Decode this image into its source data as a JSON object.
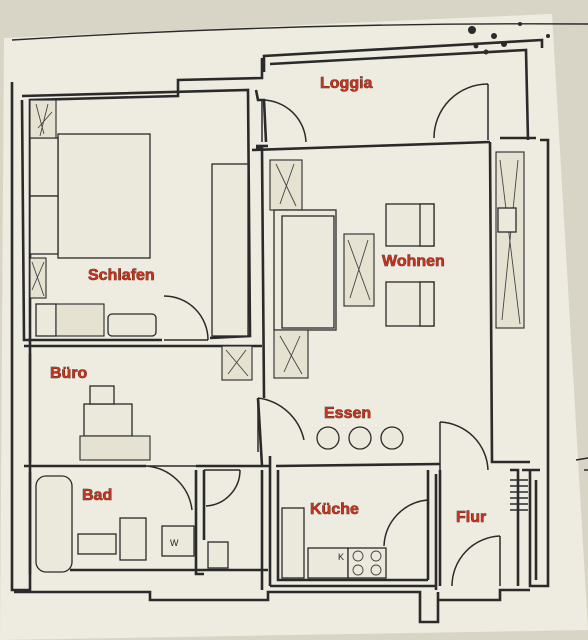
{
  "colors": {
    "label": "#c8331f",
    "paper": "#eeebe0",
    "ink": "#2a2a2a"
  },
  "rooms": {
    "loggia": "Loggia",
    "schlafen": "Schlafen",
    "wohnen": "Wohnen",
    "buero": "Büro",
    "essen": "Essen",
    "bad": "Bad",
    "kueche": "Küche",
    "flur": "Flur"
  },
  "fixtures": {
    "washer_mark": "W",
    "stove_mark": "K"
  }
}
